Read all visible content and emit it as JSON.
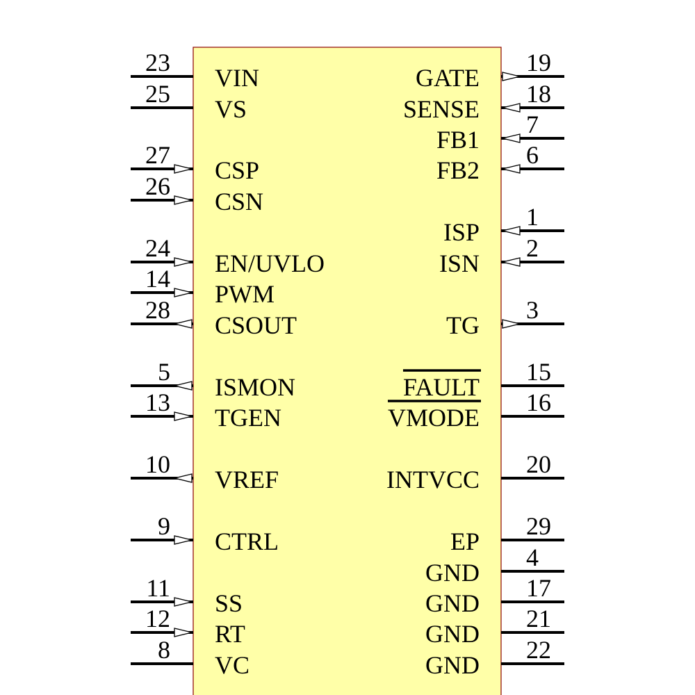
{
  "component": {
    "body_fill": "#ffffa8",
    "body_stroke": "#8b0000",
    "left_pins": [
      {
        "number": "23",
        "label": "VIN",
        "io": "none"
      },
      {
        "number": "25",
        "label": "VS",
        "io": "none"
      },
      {
        "number": "27",
        "label": "CSP",
        "io": "input"
      },
      {
        "number": "26",
        "label": "CSN",
        "io": "input"
      },
      {
        "number": "24",
        "label": "EN/UVLO",
        "io": "input"
      },
      {
        "number": "14",
        "label": "PWM",
        "io": "input"
      },
      {
        "number": "28",
        "label": "CSOUT",
        "io": "output"
      },
      {
        "number": "5",
        "label": "ISMON",
        "io": "output"
      },
      {
        "number": "13",
        "label": "TGEN",
        "io": "input"
      },
      {
        "number": "10",
        "label": "VREF",
        "io": "output"
      },
      {
        "number": "9",
        "label": "CTRL",
        "io": "input"
      },
      {
        "number": "11",
        "label": "SS",
        "io": "input"
      },
      {
        "number": "12",
        "label": "RT",
        "io": "input"
      },
      {
        "number": "8",
        "label": "VC",
        "io": "none"
      }
    ],
    "right_pins": [
      {
        "number": "19",
        "label": "GATE",
        "io": "output"
      },
      {
        "number": "18",
        "label": "SENSE",
        "io": "input"
      },
      {
        "number": "7",
        "label": "FB1",
        "io": "input"
      },
      {
        "number": "6",
        "label": "FB2",
        "io": "input"
      },
      {
        "number": "1",
        "label": "ISP",
        "io": "input"
      },
      {
        "number": "2",
        "label": "ISN",
        "io": "input"
      },
      {
        "number": "3",
        "label": "TG",
        "io": "output"
      },
      {
        "number": "15",
        "label": "FAULT",
        "io": "none",
        "overbar": true
      },
      {
        "number": "16",
        "label": "VMODE",
        "io": "none",
        "overbar": true
      },
      {
        "number": "20",
        "label": "INTVCC",
        "io": "none"
      },
      {
        "number": "29",
        "label": "EP",
        "io": "none"
      },
      {
        "number": "4",
        "label": "GND",
        "io": "none"
      },
      {
        "number": "17",
        "label": "GND",
        "io": "none"
      },
      {
        "number": "21",
        "label": "GND",
        "io": "none"
      },
      {
        "number": "22",
        "label": "GND",
        "io": "none"
      }
    ]
  }
}
